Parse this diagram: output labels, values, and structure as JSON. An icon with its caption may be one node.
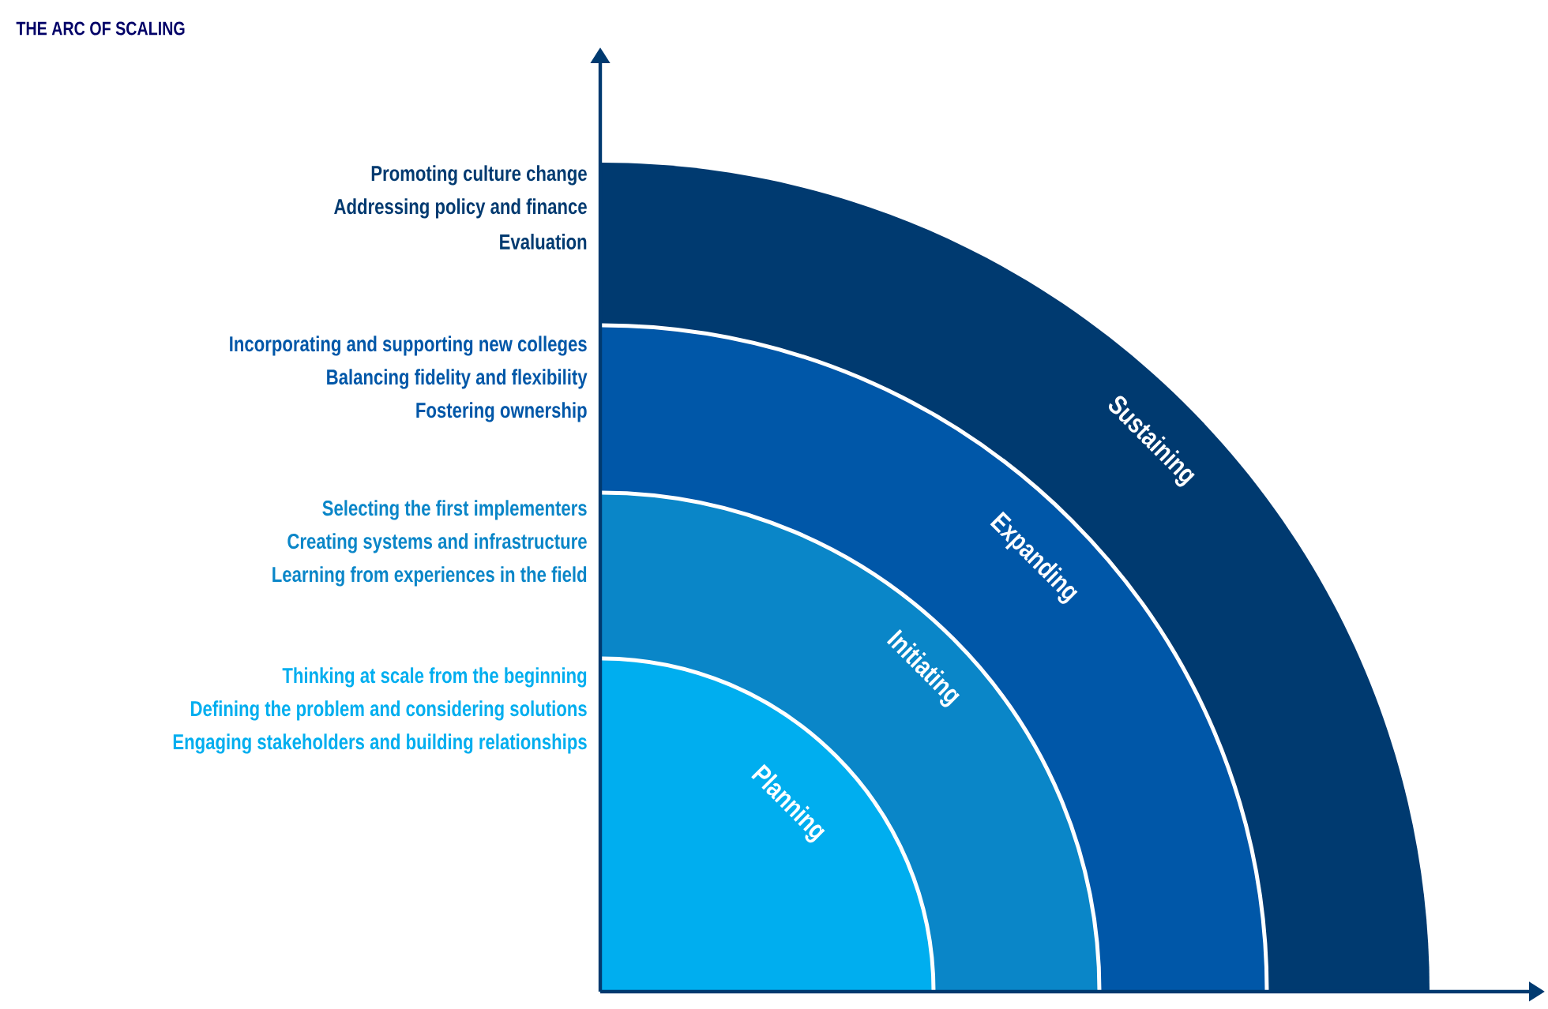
{
  "diagram": {
    "title": "THE ARC OF SCALING",
    "nodes": [
      {
        "text": [
          "Sustaining"
        ],
        "beside": [
          "Promoting culture change",
          "Addressing policy and finance",
          "Evaluation"
        ]
      },
      {
        "text": [
          "Expanding"
        ],
        "beside": [
          "Incorporating and supporting new colleges",
          "Balancing fidelity and flexibility",
          "Fostering ownership"
        ],
        "in": 0
      },
      {
        "text": [
          "Initiating"
        ],
        "beside": [
          "Selecting the first implementers",
          "Creating systems and infrastructure",
          "Learning from experiences in the field"
        ],
        "in": 1
      },
      {
        "text": [
          "Planning"
        ],
        "beside": [
          "Thinking at scale from the beginning",
          "Defining the problem and considering solutions",
          "Engaging stakeholders and building relationships"
        ],
        "in": 2
      }
    ]
  }
}
